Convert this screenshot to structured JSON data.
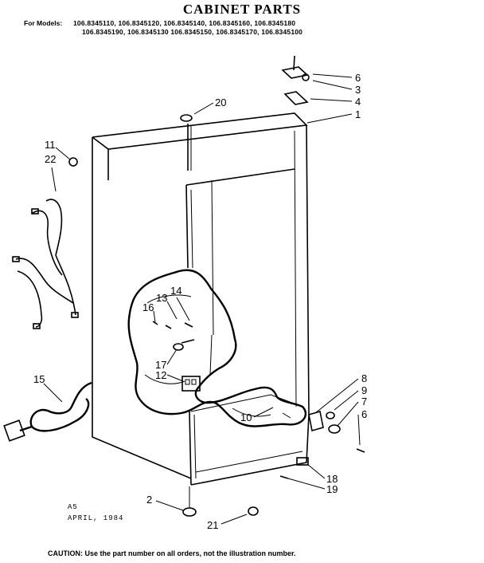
{
  "title": "CABINET PARTS",
  "models": {
    "label": "For Models:",
    "line1": "106.8345110, 106.8345120, 106.8345140, 106.8345160, 106.8345180",
    "line2": "106.8345190, 106.8345130 106.8345150, 106.8345170, 106.8345100"
  },
  "stamp": {
    "code": "A5",
    "date": "APRIL, 1984"
  },
  "caution": "CAUTION: Use the part number on all orders, not the illustration number.",
  "callouts": {
    "c1": "1",
    "c2": "2",
    "c3": "3",
    "c4": "4",
    "c6a": "6",
    "c6b": "6",
    "c7": "7",
    "c8": "8",
    "c9": "9",
    "c10": "10",
    "c11": "11",
    "c12": "12",
    "c13": "13",
    "c14": "14",
    "c15": "15",
    "c16": "16",
    "c17": "17",
    "c18": "18",
    "c19": "19",
    "c20": "20",
    "c21": "21",
    "c22": "22"
  }
}
